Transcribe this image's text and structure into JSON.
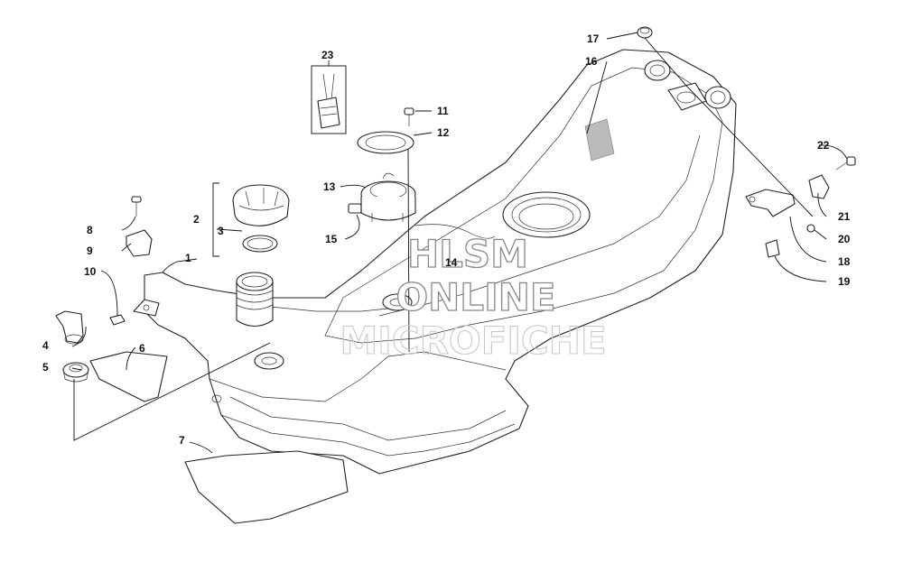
{
  "watermark": {
    "line1": "HLSM",
    "line2": "ONLINE",
    "line3": "MICROFICHE"
  },
  "callouts": {
    "c1": "1",
    "c2": "2",
    "c3": "3",
    "c4": "4",
    "c5": "5",
    "c6": "6",
    "c7": "7",
    "c8": "8",
    "c9": "9",
    "c10": "10",
    "c11": "11",
    "c12": "12",
    "c13": "13",
    "c14": "14",
    "c15": "15",
    "c16": "16",
    "c17": "17",
    "c18": "18",
    "c19": "19",
    "c20": "20",
    "c21": "21",
    "c22": "22",
    "c23": "23"
  }
}
